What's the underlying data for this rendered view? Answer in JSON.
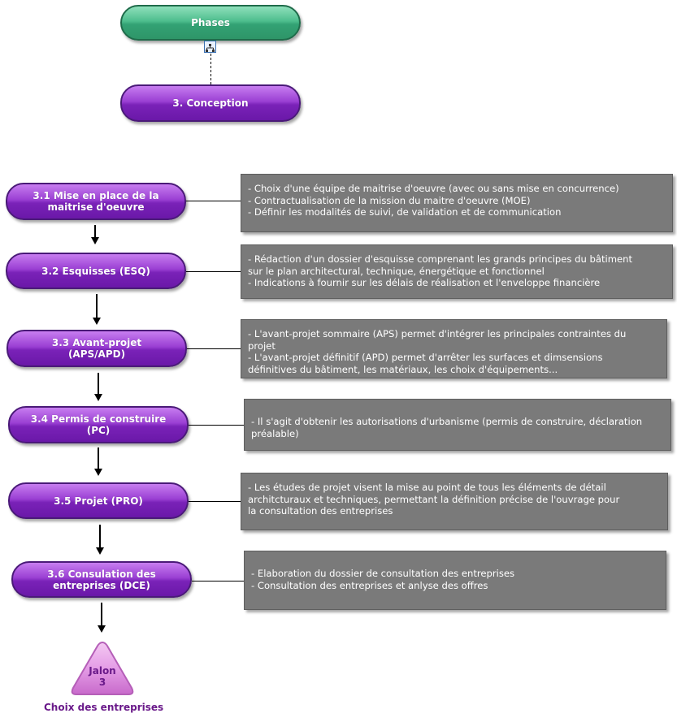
{
  "root": {
    "label": "Phases"
  },
  "phase": {
    "label": "3. Conception"
  },
  "steps": [
    {
      "label": "3.1 Mise en place de la\nmaitrise d'oeuvre",
      "note": "- Choix d'une équipe de maitrise d'oeuvre (avec ou sans mise en concurrence)\n- Contractualisation de la mission du maitre d'oeuvre (MOE)\n- Définir les modalités de suivi, de validation et de communication"
    },
    {
      "label": "3.2 Esquisses (ESQ)",
      "note": "- Rédaction d'un dossier d'esquisse comprenant les grands principes du bâtiment\nsur le plan architectural, technique, énergétique et fonctionnel\n- Indications à fournir sur les délais de réalisation et l'enveloppe financière"
    },
    {
      "label": "3.3 Avant-projet\n(APS/APD)",
      "note": "- L'avant-projet sommaire (APS) permet d'intégrer les principales contraintes du\nprojet\n- L'avant-projet définitif (APD) permet d'arrêter les surfaces et dimsensions\ndéfinitives du bâtiment, les matériaux, les choix d'équipements..."
    },
    {
      "label": "3.4 Permis de construire\n(PC)",
      "note": "- Il s'agit d'obtenir les autorisations d'urbanisme (permis de construire, déclaration\npréalable)"
    },
    {
      "label": "3.5 Projet (PRO)",
      "note": "- Les études de projet visent la mise au point de tous les éléments de détail\narchitcturaux et techniques, permettant la définition précise de l'ouvrage pour\nla consultation des entreprises"
    },
    {
      "label": "3.6 Consulation des\nentreprises (DCE)",
      "note": "- Elaboration du dossier de consultation des entreprises\n- Consultation des entreprises et anlyse des offres"
    }
  ],
  "milestone": {
    "label": "Jalon\n3",
    "caption": "Choix des entreprises"
  },
  "colors": {
    "pill_purple": "#8a2fc4",
    "pill_green": "#3aa97a",
    "note_gray": "#7a7a7a",
    "milestone_pink": "#e39be6"
  },
  "icons": [
    "org-chart-icon"
  ]
}
